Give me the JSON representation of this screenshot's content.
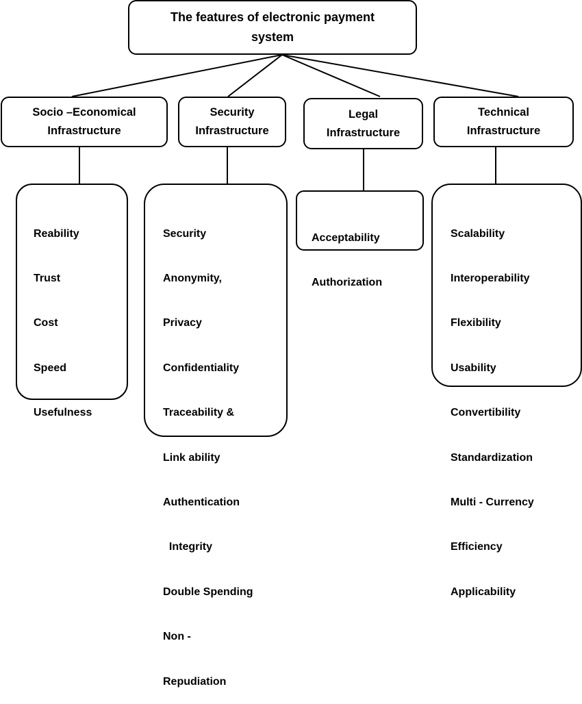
{
  "title": {
    "line1": "The features of electronic payment",
    "line2": "system"
  },
  "categories": [
    {
      "line1": "Socio –Economical",
      "line2": "Infrastructure"
    },
    {
      "line1": "Security",
      "line2": "Infrastructure"
    },
    {
      "line1": "Legal",
      "line2": "Infrastructure"
    },
    {
      "line1": "Technical",
      "line2": "Infrastructure"
    }
  ],
  "features": [
    [
      "Reability",
      "Trust",
      "Cost",
      "Speed",
      "Usefulness"
    ],
    [
      "Security",
      "Anonymity,",
      "Privacy",
      "Confidentiality",
      "Traceability &",
      "Link ability",
      "Authentication",
      "  Integrity",
      "Double Spending",
      "Non -",
      "Repudiation"
    ],
    [
      "Acceptability",
      "Authorization"
    ],
    [
      "Scalability",
      "Interoperability",
      "Flexibility",
      "Usability",
      "Convertibility",
      "Standardization",
      "Multi - Currency",
      "Efficiency",
      "Applicability"
    ]
  ]
}
